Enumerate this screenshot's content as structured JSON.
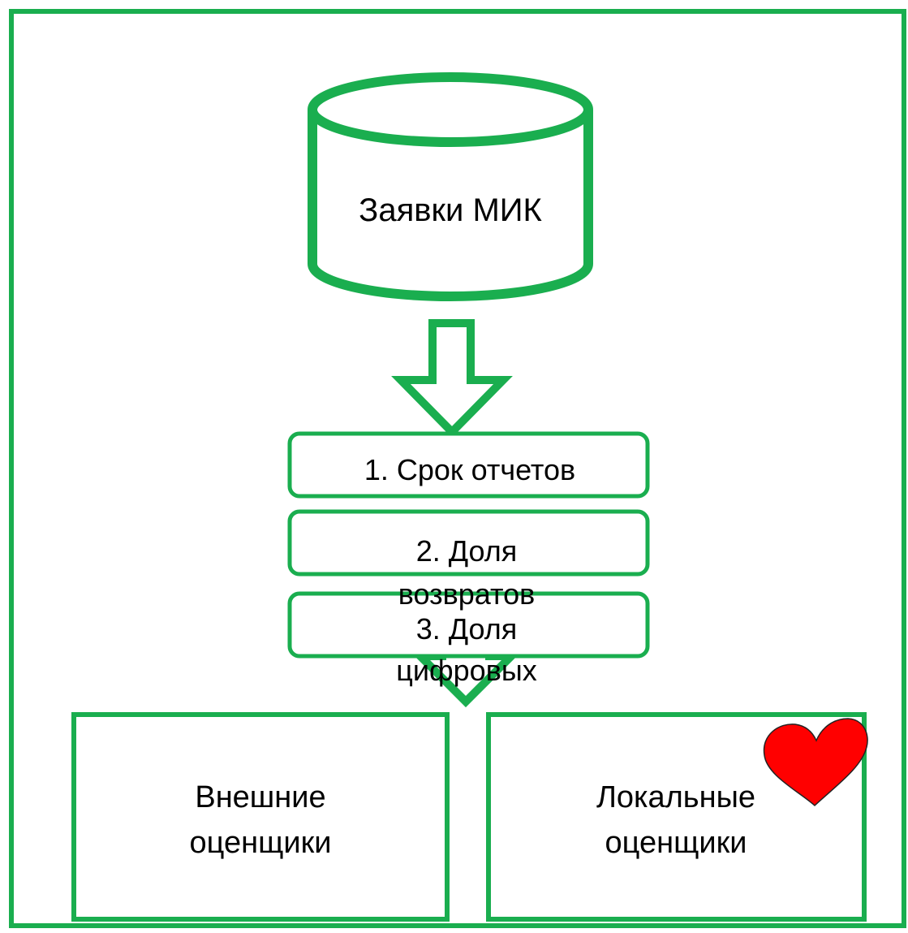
{
  "colors": {
    "stroke": "#1AAE4F",
    "background": "#FFFFFF",
    "text": "#000000",
    "heart": "#FF0000"
  },
  "database": {
    "label": "Заявки МИК"
  },
  "criteria": [
    {
      "lines": [
        "1. Срок отчетов"
      ]
    },
    {
      "lines": [
        "2. Доля",
        "возвратов"
      ]
    },
    {
      "lines": [
        "3. Доля",
        "цифровых"
      ]
    }
  ],
  "outputs": {
    "external": {
      "lines": [
        "Внешние",
        "оценщики"
      ]
    },
    "local": {
      "lines": [
        "Локальные",
        "оценщики"
      ]
    }
  },
  "decorations": {
    "heart_icon": "heart-icon"
  }
}
